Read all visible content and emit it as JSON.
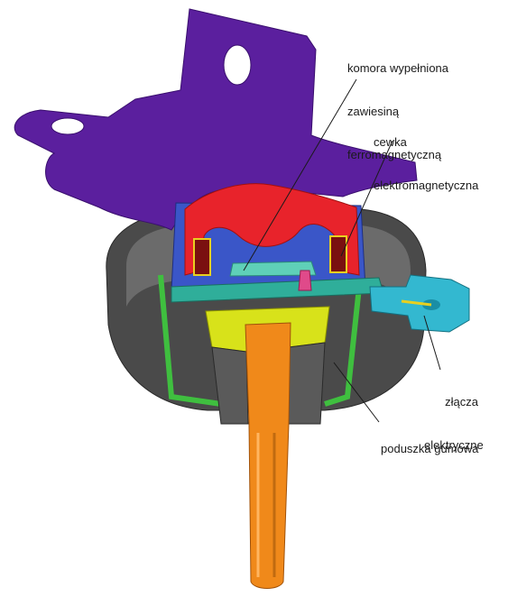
{
  "labels": {
    "chamber_line1": "komora wypełniona",
    "chamber_line2": "zawiesiną",
    "chamber_line3": "ferromagnetyczną",
    "coil_line1": "cewka",
    "coil_line2": "elektromagnetyczna",
    "connectors_line1": "złącza",
    "connectors_line2": "elektryczne",
    "cushion": "poduszka gumowa"
  },
  "colors": {
    "bracket": "#5b1f9e",
    "chamber_fluid": "#e8232b",
    "coil": "#7a1010",
    "housing": "#4a4a4a",
    "gasket": "#3fbf3f",
    "insert": "#d8e21a",
    "bolt": "#f0891a",
    "connector": "#33b8d0",
    "coil_plate": "#2fae9a"
  }
}
